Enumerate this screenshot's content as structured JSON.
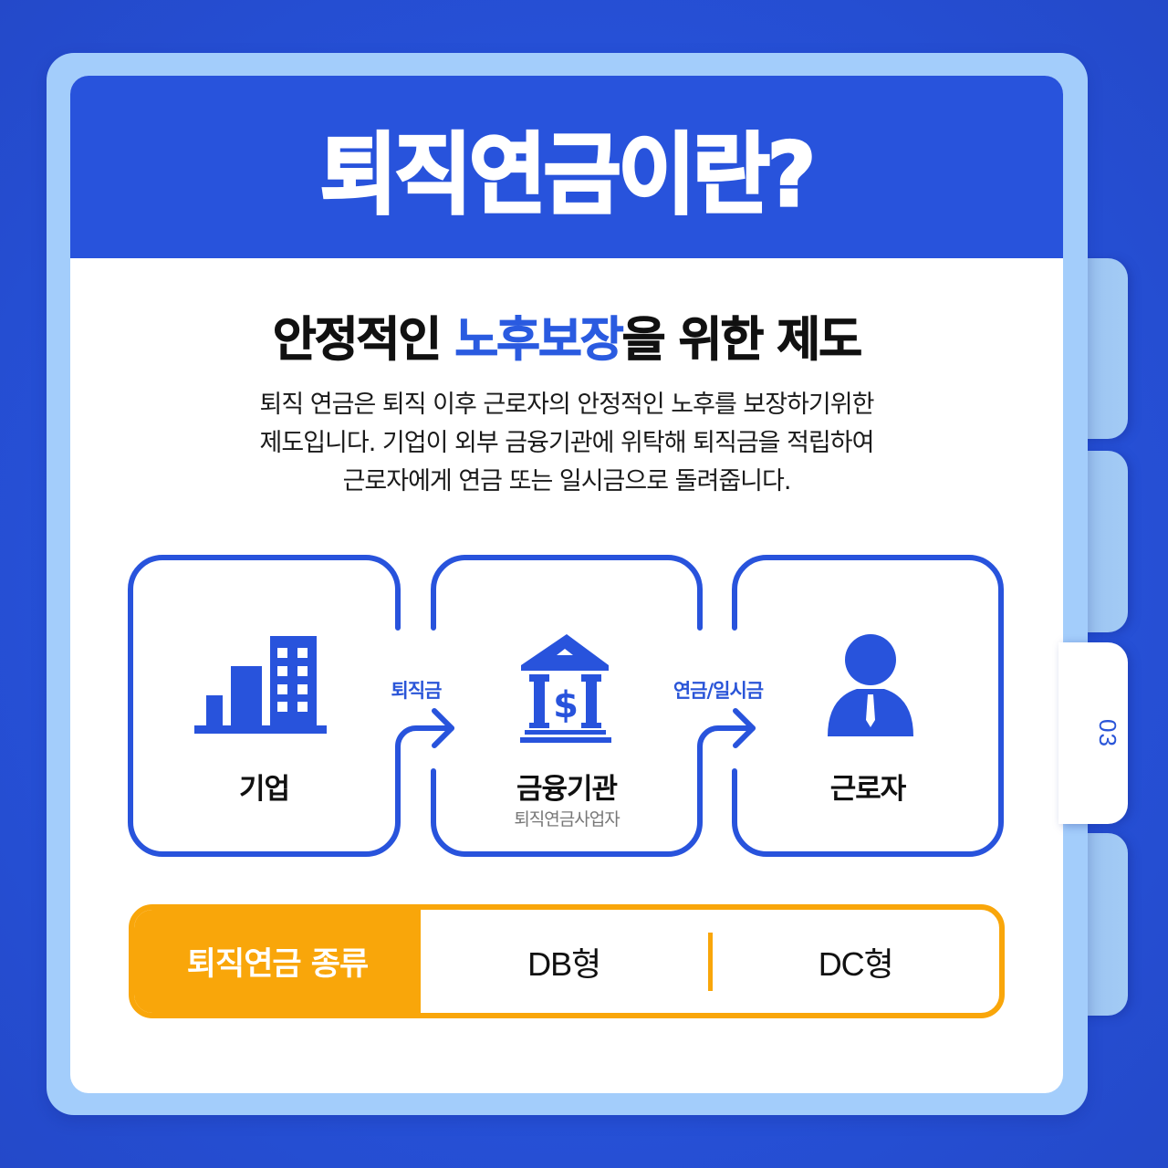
{
  "header": {
    "title": "퇴직연금이란?"
  },
  "subtitle": {
    "before": "안정적인 ",
    "highlight": "노후보장",
    "after": "을 위한 제도"
  },
  "description": {
    "lines": [
      "퇴직 연금은 퇴직 이후 근로자의 안정적인 노후를 보장하기위한",
      "제도입니다. 기업이 외부 금융기관에 위탁해 퇴직금을 적립하여",
      "근로자에게 연금 또는 일시금으로 돌려줍니다."
    ]
  },
  "flow": {
    "boxes": [
      {
        "label": "기업",
        "icon": "building-icon"
      },
      {
        "label": "금융기관",
        "sublabel": "퇴직연금사업자",
        "icon": "bank-icon"
      },
      {
        "label": "근로자",
        "icon": "worker-icon"
      }
    ],
    "arrows": [
      {
        "label": "퇴직금"
      },
      {
        "label": "연금/일시금"
      }
    ]
  },
  "types": {
    "label": "퇴직연금 종류",
    "items": [
      "DB형",
      "DC형"
    ]
  },
  "tabs": [
    {
      "label": ""
    },
    {
      "label": ""
    },
    {
      "label": "03",
      "active": true
    },
    {
      "label": ""
    }
  ],
  "colors": {
    "primary_blue": "#2853dc",
    "frame_light_blue": "#a3cdfb",
    "accent_orange": "#f9a60a",
    "text_dark": "#111111",
    "text_gray": "#777777"
  }
}
